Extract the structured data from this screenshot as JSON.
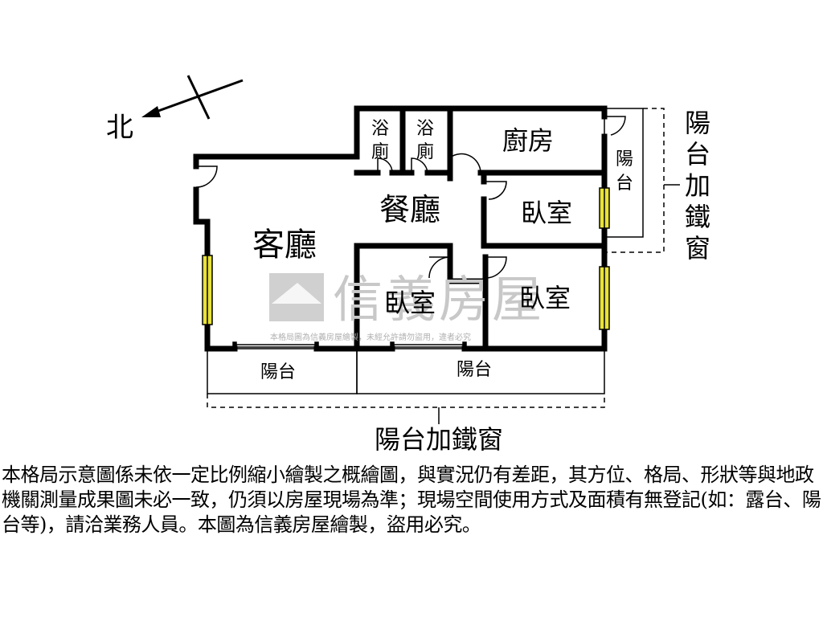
{
  "compass": {
    "north_label": "北"
  },
  "rooms": {
    "bath_left_line1": "浴",
    "bath_left_line2": "廁",
    "bath_right_line1": "浴",
    "bath_right_line2": "廁",
    "kitchen": "廚房",
    "dining": "餐廳",
    "living": "客廳",
    "bedroom_right_upper": "臥室",
    "bedroom_center": "臥室",
    "bedroom_right_lower": "臥室",
    "balcony_small_line1": "陽",
    "balcony_small_line2": "台",
    "balcony_bottom_left": "陽台",
    "balcony_bottom_right": "陽台"
  },
  "annotations": {
    "right_iron_window": [
      "陽",
      "台",
      "加",
      "鐵",
      "窗"
    ],
    "bottom_iron_window": "陽台加鐵窗"
  },
  "watermark": {
    "brand": "信義房屋",
    "notice": "本格局圖為信義房屋繪製，未經允許請勿盜用，違者必究"
  },
  "disclaimer": "本格局示意圖係未依一定比例縮小繪製之概繪圖，與實況仍有差距，其方位、格局、形狀等與地政機關測量成果圖未必一致，仍須以房屋現場為準；現場空間使用方式及面積有無登記(如：露台、陽台等)，請洽業務人員。本圖為信義房屋繪製，盜用必究。",
  "colors": {
    "wall": "#000000",
    "window": "#e8e23a",
    "watermark": "#c8c8c8"
  }
}
